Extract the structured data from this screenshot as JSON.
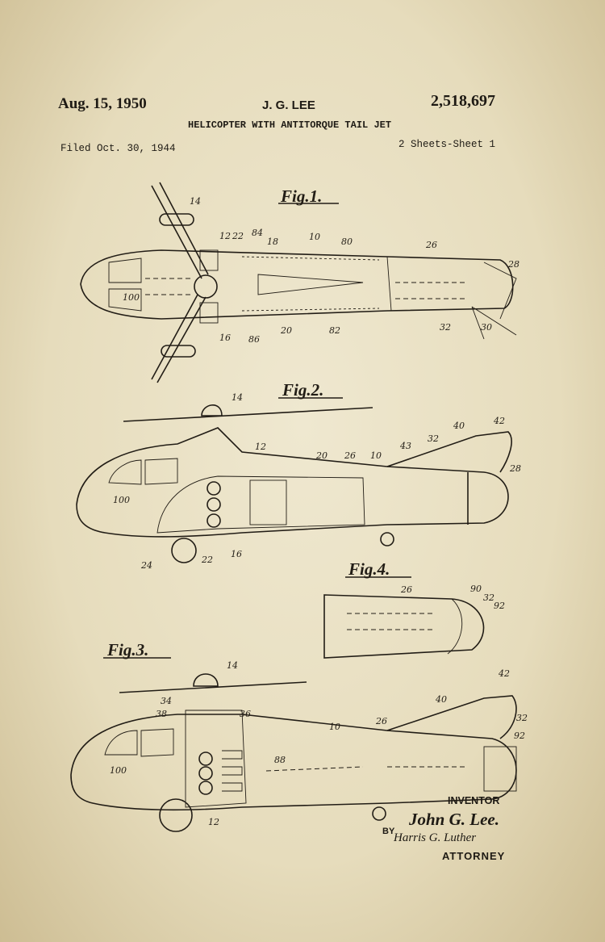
{
  "header": {
    "date": "Aug. 15, 1950",
    "inventor": "J. G. LEE",
    "patent_number": "2,518,697",
    "title": "HELICOPTER WITH ANTITORQUE TAIL JET",
    "filed": "Filed Oct. 30, 1944",
    "sheets": "2 Sheets-Sheet 1"
  },
  "fig1": {
    "label": "Fig.1.",
    "numerals": [
      "14",
      "12",
      "22",
      "84",
      "18",
      "10",
      "80",
      "26",
      "28",
      "100",
      "16",
      "86",
      "20",
      "82",
      "32",
      "30"
    ]
  },
  "fig2": {
    "label": "Fig.2.",
    "numerals": [
      "14",
      "12",
      "20",
      "26",
      "10",
      "43",
      "32",
      "40",
      "42",
      "28",
      "100",
      "24",
      "22",
      "16"
    ]
  },
  "fig4": {
    "label": "Fig.4.",
    "numerals": [
      "26",
      "90",
      "32",
      "92"
    ]
  },
  "fig3": {
    "label": "Fig.3.",
    "numerals": [
      "14",
      "34",
      "38",
      "36",
      "10",
      "26",
      "40",
      "42",
      "32",
      "92",
      "100",
      "88",
      "12"
    ]
  },
  "signature": {
    "inventor_label": "INVENTOR",
    "inventor_signature": "John G. Lee.",
    "by": "BY",
    "attorney_signature": "Harris G. Luther",
    "attorney_label": "ATTORNEY"
  },
  "colors": {
    "paper": "#e6dcbc",
    "ink": "#221d16"
  }
}
